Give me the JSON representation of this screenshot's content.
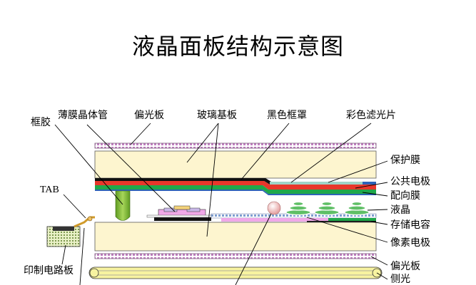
{
  "title": "液晶面板结构示意图",
  "top_labels": {
    "frame_glue": "框胶",
    "tft": "薄膜晶体管",
    "polarizer_top": "偏光板",
    "glass_substrate": "玻璃基板",
    "black_matrix": "黑色框罩",
    "color_filter": "彩色滤光片"
  },
  "left_labels": {
    "tab": "TAB",
    "pcb": "印制电路板"
  },
  "right_labels": {
    "protective_film": "保护膜",
    "common_electrode": "公共电极",
    "alignment_film": "配向膜",
    "liquid_crystal": "液晶",
    "storage_capacitor": "存储电容",
    "pixel_electrode": "像素电极",
    "polarizer_bottom": "偏光板",
    "side_light": "侧光"
  },
  "colors": {
    "glass": "#fdf5cf",
    "black_matrix": "#111111",
    "color_red": "#e8372b",
    "color_green": "#1fa84a",
    "color_blue": "#2d63b7",
    "protective": "#9fd3c7",
    "spacer": "#8ec23f",
    "polarizer": "#c8a8c8",
    "pixel": "#f0a8e8",
    "light_guide": "#f7f3a0"
  }
}
